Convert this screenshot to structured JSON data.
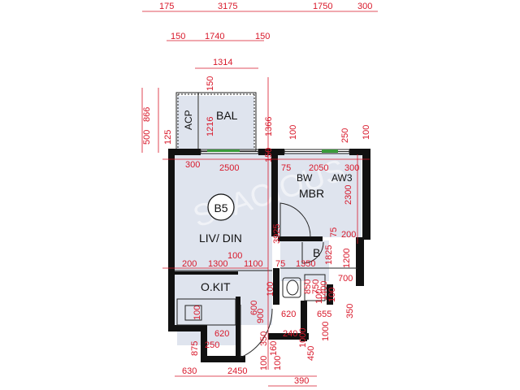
{
  "unit": {
    "badge": "B5",
    "rooms": {
      "liv_din": "LIV/ DIN",
      "mbr": "MBR",
      "bal": "BAL",
      "acp": "ACP",
      "okit": "O.KIT",
      "bath": "B",
      "bw": "BW",
      "aw3": "AW3"
    }
  },
  "dimensions": {
    "top_row": [
      "175",
      "3175",
      "1750",
      "300"
    ],
    "second_row": [
      "150",
      "1740",
      "150"
    ],
    "bal_width": "1314",
    "left_side": [
      "866",
      "500",
      "125"
    ],
    "vertical_misc": [
      "150",
      "1216",
      "1366",
      "150",
      "100",
      "250",
      "100"
    ],
    "inner_top": [
      "300",
      "2500",
      "75",
      "2050",
      "300"
    ],
    "mbr_right": "2300",
    "main_vertical": "3925",
    "bath_right": [
      "75",
      "200",
      "1825",
      "1200",
      "700"
    ],
    "mid_row": [
      "100",
      "200",
      "1300",
      "1100",
      "75",
      "1350"
    ],
    "lower": [
      "100",
      "900",
      "600",
      "620",
      "655",
      "240",
      "1000",
      "350",
      "450",
      "160",
      "1000",
      "100",
      "850",
      "750",
      "1400",
      "100"
    ],
    "kitchen": [
      "100",
      "620",
      "250",
      "875"
    ],
    "bottom_row": [
      "630",
      "2450",
      "100",
      "350",
      "100",
      "390"
    ]
  },
  "watermark": "SPACIOUS"
}
